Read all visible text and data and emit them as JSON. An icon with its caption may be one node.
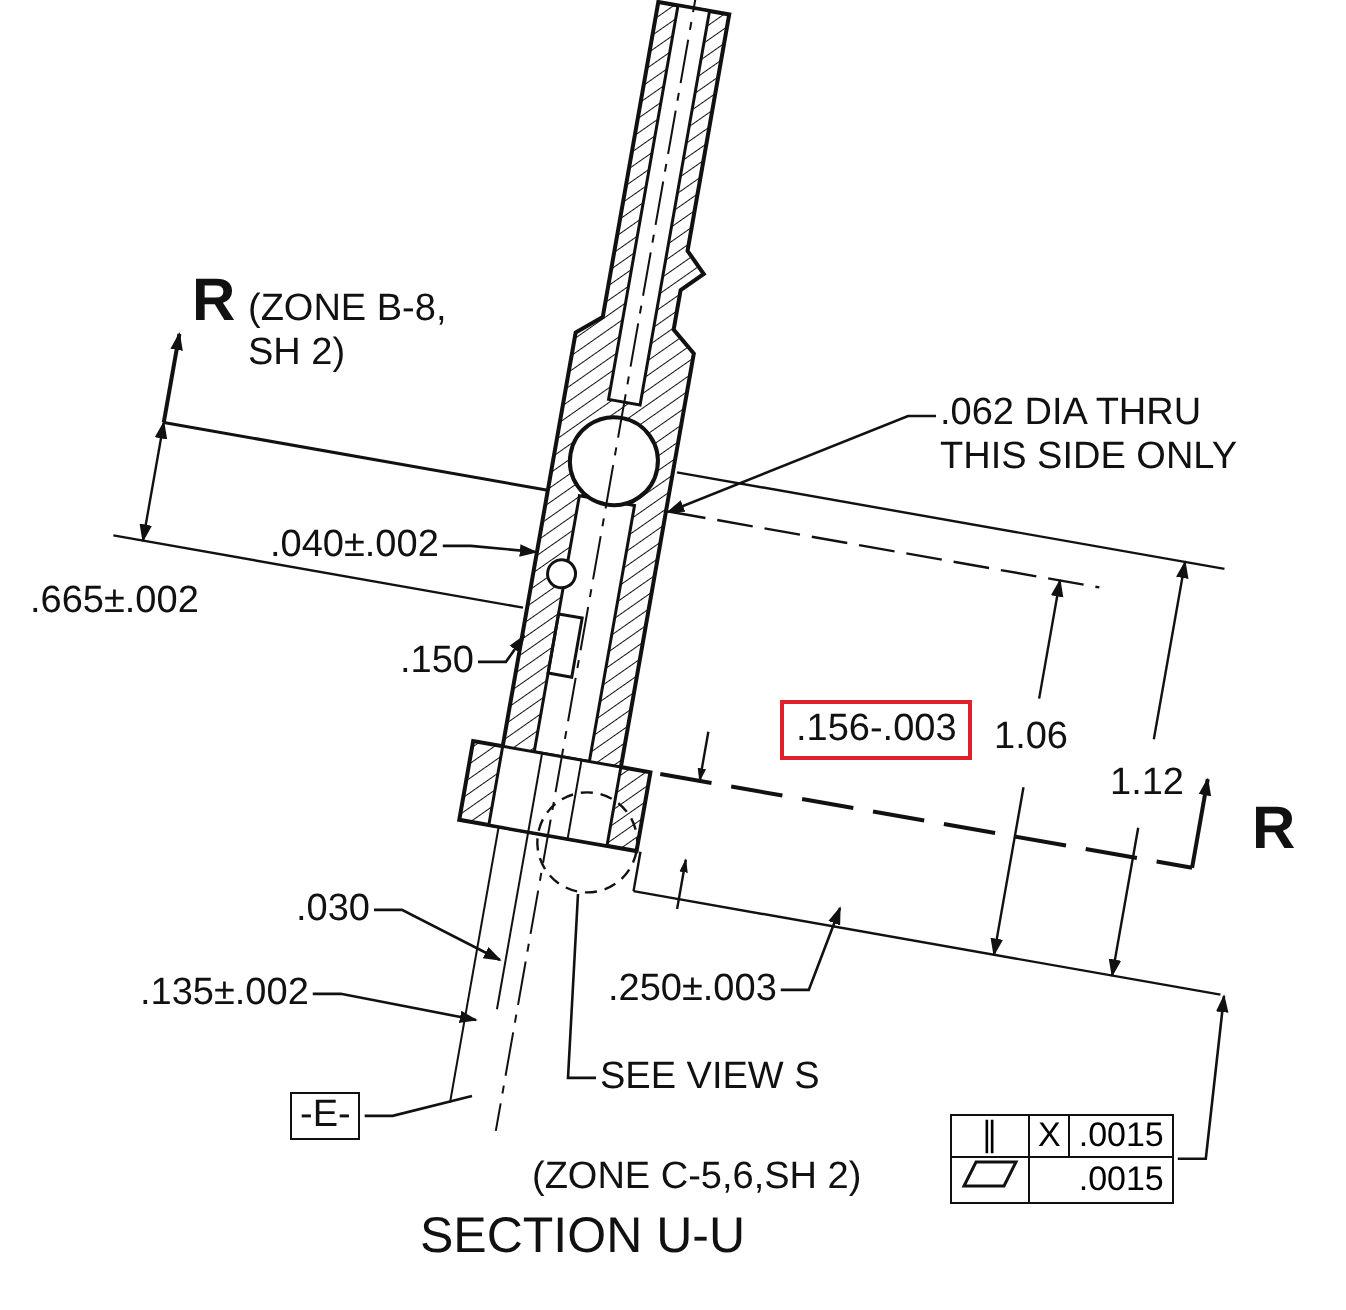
{
  "diagram": {
    "caption": "SECTION U-U",
    "nodes": [
      {
        "text": [
          ".040±.002"
        ]
      },
      {
        "text": [
          ".062 DIA THRU THIS SIDE ONLY"
        ]
      },
      {
        "text": [
          ".150"
        ]
      },
      {
        "text": [
          ".030"
        ]
      },
      {
        "text": [
          ".135±.002"
        ]
      },
      {
        "text": [
          ".250±.003"
        ]
      },
      {
        "text": [
          "SEE VIEW S"
        ]
      },
      {
        "text": [
          "-E-"
        ]
      },
      {
        "text": [
          "∥",
          "X",
          ".0015",
          ".0015"
        ]
      }
    ],
    "edges": [
      {
        "from": 0,
        "to": null,
        "arrow": "to"
      },
      {
        "from": 1,
        "to": null,
        "arrow": "to"
      },
      {
        "from": 2,
        "to": null,
        "arrow": "to"
      },
      {
        "from": 3,
        "to": null,
        "arrow": "to"
      },
      {
        "from": 4,
        "to": null,
        "arrow": "to"
      },
      {
        "from": 5,
        "to": null,
        "arrow": "to"
      },
      {
        "from": 6,
        "to": null,
        "arrow": "none"
      },
      {
        "from": 7,
        "to": null,
        "arrow": "none"
      },
      {
        "from": 8,
        "to": null,
        "arrow": "to"
      }
    ],
    "labels": [
      "R",
      "(ZONE B-8, SH 2)",
      ".665±.002",
      ".156-.003",
      "1.06",
      "1.12",
      "R",
      "(ZONE C-5,6,SH 2)"
    ]
  }
}
